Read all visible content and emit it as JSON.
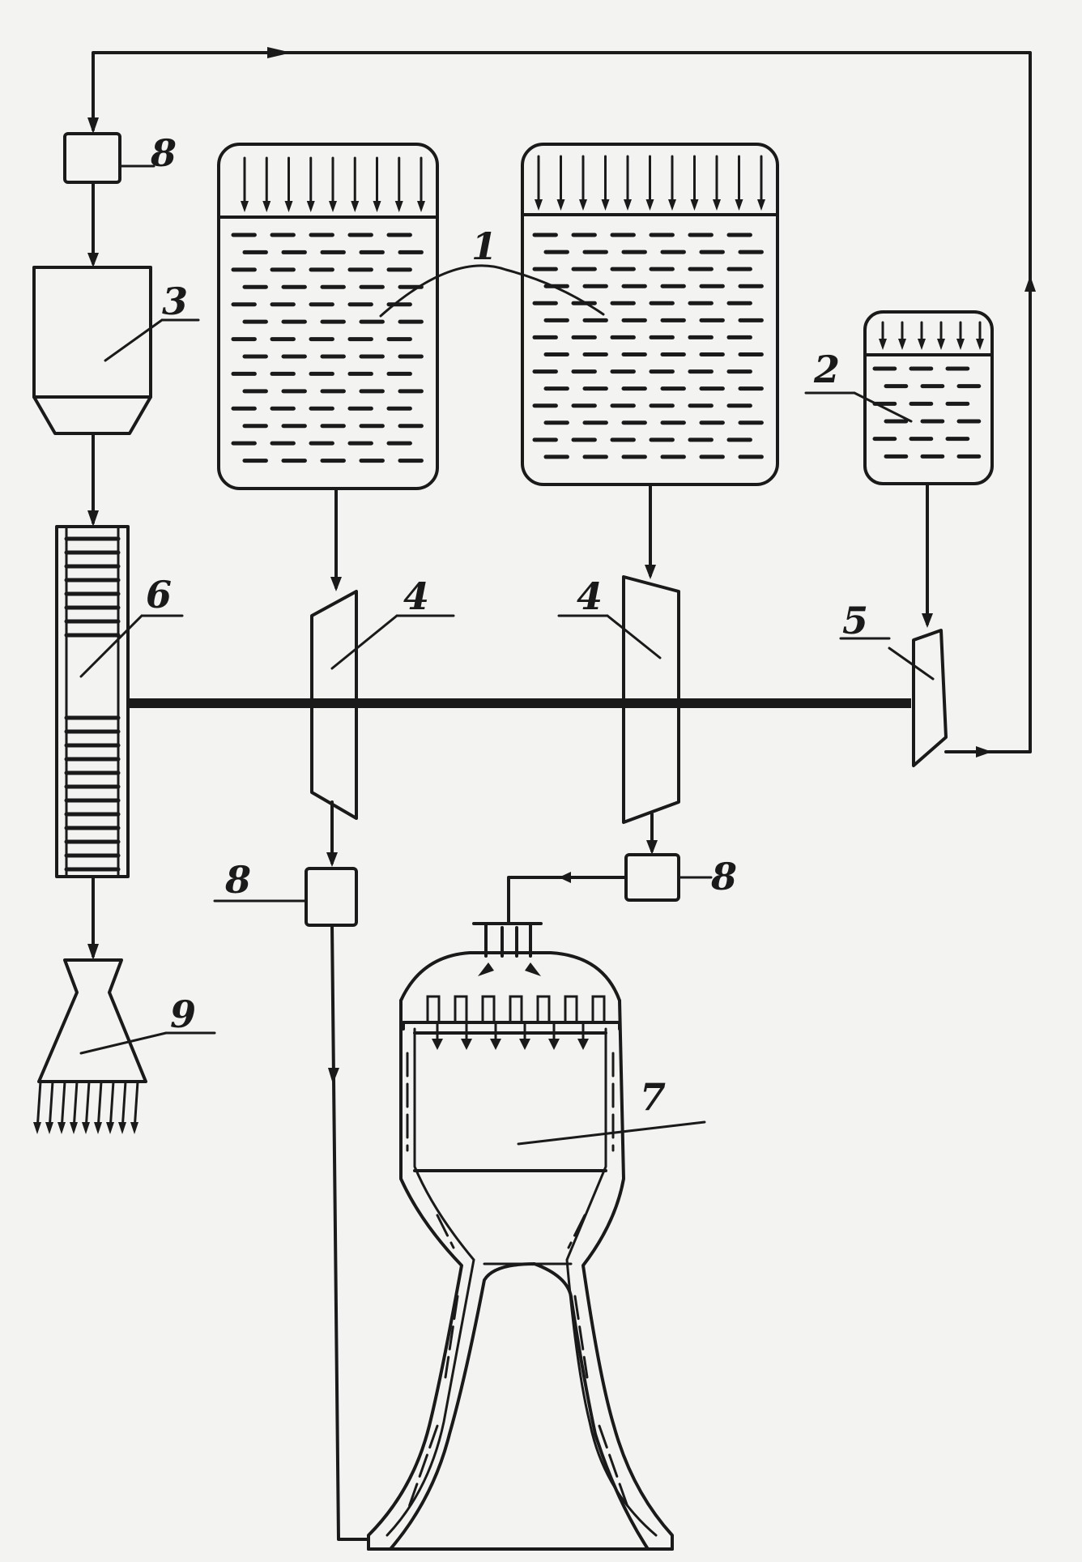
{
  "labels": {
    "propellant_tanks": "1",
    "small_tank": "2",
    "gas_generator": "3",
    "pump_left": "4",
    "pump_right": "4",
    "pump_small": "5",
    "turbine": "6",
    "combustion_chamber": "7",
    "valve_top": "8",
    "valve_left": "8",
    "valve_right": "8",
    "exhaust_nozzle": "9"
  },
  "colors": {
    "ink": "#1a1a1a",
    "paper": "#f3f3f1"
  }
}
